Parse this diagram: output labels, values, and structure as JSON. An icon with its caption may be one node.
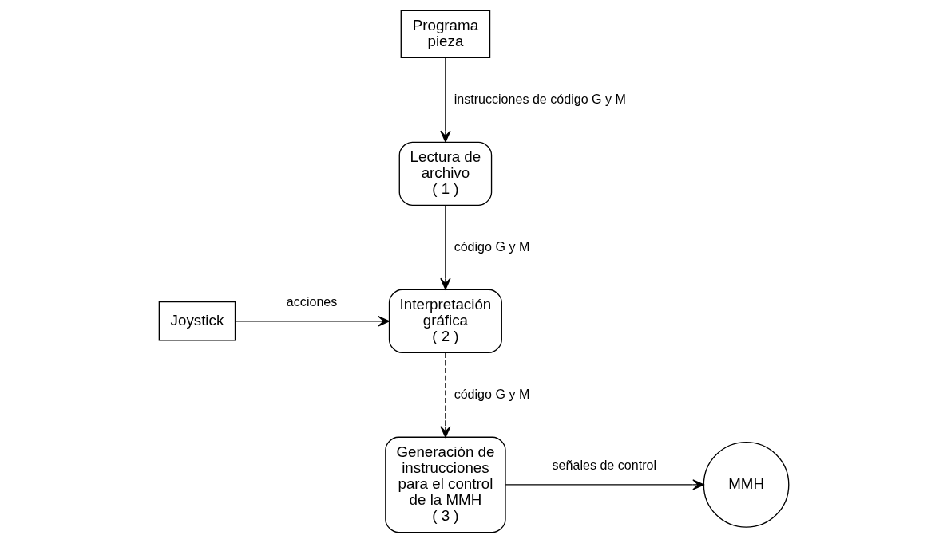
{
  "diagram": {
    "nodes": [
      {
        "text": [
          "Programa pieza"
        ]
      },
      {
        "text": [
          "Lectura de archivo",
          "( 1 )"
        ]
      },
      {
        "text": [
          "Joystick"
        ]
      },
      {
        "text": [
          "Interpretación gráfica",
          "( 2 )"
        ]
      },
      {
        "text": [
          "Generación de instrucciones para el control de la MMH",
          "( 3 )"
        ]
      },
      {
        "text": [
          "MMH"
        ]
      }
    ],
    "edges": [
      {
        "from": 0,
        "to": 1,
        "arrow": "to",
        "label": "instrucciones de código G y M"
      },
      {
        "from": 1,
        "to": 3,
        "arrow": "to",
        "label": "código G y M"
      },
      {
        "from": 2,
        "to": 3,
        "arrow": "to",
        "label": "acciones"
      },
      {
        "from": 3,
        "to": 4,
        "arrow": "to",
        "label": "código G y M",
        "style": "dashed"
      },
      {
        "from": 4,
        "to": 5,
        "arrow": "to",
        "label": "señales de control"
      }
    ]
  }
}
